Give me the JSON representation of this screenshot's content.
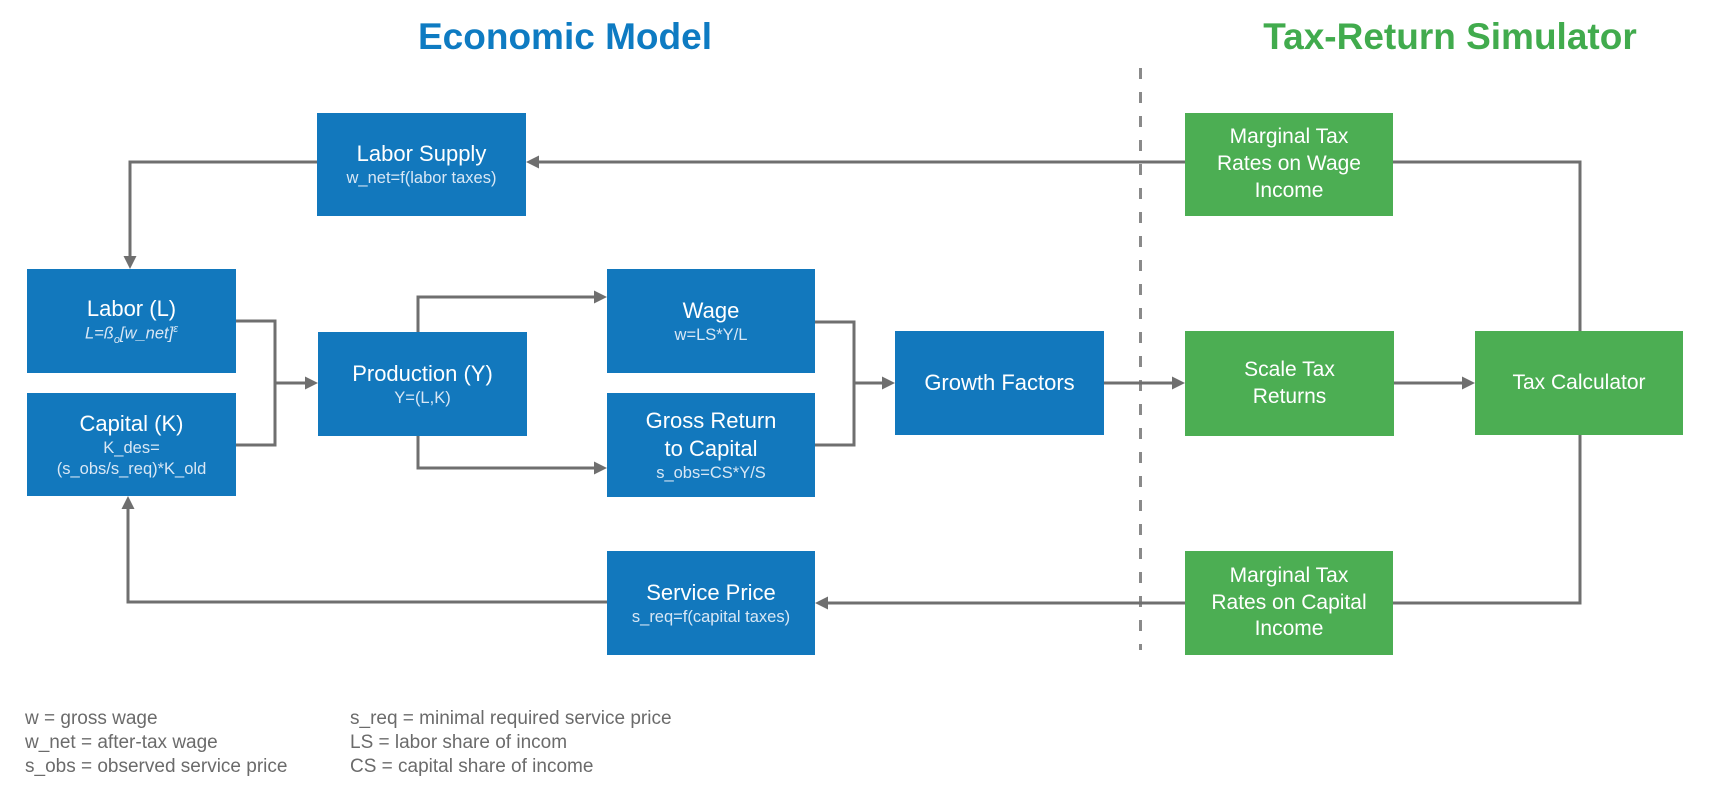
{
  "titles": {
    "left": "Economic Model",
    "right": "Tax-Return Simulator"
  },
  "colors": {
    "box_blue": "#1278bd",
    "box_green": "#4cae53",
    "title_blue": "#0e7bc2",
    "title_green": "#41ab4d",
    "arrow_gray": "#6f6f6f",
    "divider_gray": "#8a8a8a",
    "legend_gray": "#6b6b6b"
  },
  "boxes": {
    "labor_supply": {
      "title": "Labor Supply",
      "formula": "w_net=f(labor taxes)"
    },
    "labor": {
      "title": "Labor (L)",
      "formula": {
        "base1": "L=ß",
        "sub": "o",
        "base2": "[w_net]",
        "sup": "ε"
      }
    },
    "capital": {
      "title": "Capital (K)",
      "formula_line1": "K_des=",
      "formula_line2": "(s_obs/s_req)*K_old"
    },
    "production": {
      "title": "Production (Y)",
      "formula": "Y=(L,K)"
    },
    "wage": {
      "title": "Wage",
      "formula": "w=LS*Y/L"
    },
    "gross_return": {
      "title_line1": "Gross Return",
      "title_line2": "to Capital",
      "formula": "s_obs=CS*Y/S"
    },
    "growth_factors": {
      "title": "Growth Factors"
    },
    "service_price": {
      "title": "Service Price",
      "formula": "s_req=f(capital taxes)"
    },
    "mtr_wage": {
      "title": "Marginal Tax Rates on Wage Income"
    },
    "scale_tax": {
      "title": "Scale Tax Returns"
    },
    "tax_calculator": {
      "title": "Tax Calculator"
    },
    "mtr_capital": {
      "title": "Marginal Tax Rates on Capital Income"
    }
  },
  "legend": {
    "col1": [
      "w = gross wage",
      "w_net = after-tax wage",
      "s_obs = observed service price"
    ],
    "col2": [
      "s_req = minimal required service price",
      "LS = labor share of incom",
      "CS = capital share of income"
    ]
  }
}
